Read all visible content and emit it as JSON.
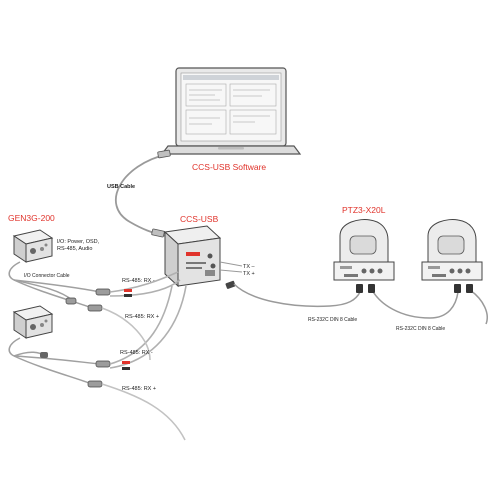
{
  "labels": {
    "laptop_caption": "CCS-USB Software",
    "usb_cable": "USB Cable",
    "ccs_usb": "CCS-USB",
    "gen3g": "GEN3G-200",
    "io_line1": "I/O: Power, OSD,",
    "io_line2": "RS-485, Audio",
    "io_connector": "I/O Connector Cable",
    "rs485_rx_minus_1": "RS-485: RX -",
    "rs485_rx_plus_1": "RS-485: RX +",
    "rs485_rx_minus_2": "RS-485: RX -",
    "rs485_rx_plus_2": "RS-485: RX +",
    "tx_minus": "TX –",
    "tx_plus": "TX +",
    "ptz": "PTZ3-X20L",
    "rs232_1": "RS-232C DIN 8 Cable",
    "rs232_2": "RS-232C DIN 8 Cable"
  },
  "colors": {
    "accent_red": "#e0332b",
    "device_gray": "#d9d9d9",
    "cable_gray": "#9a9a9a"
  }
}
